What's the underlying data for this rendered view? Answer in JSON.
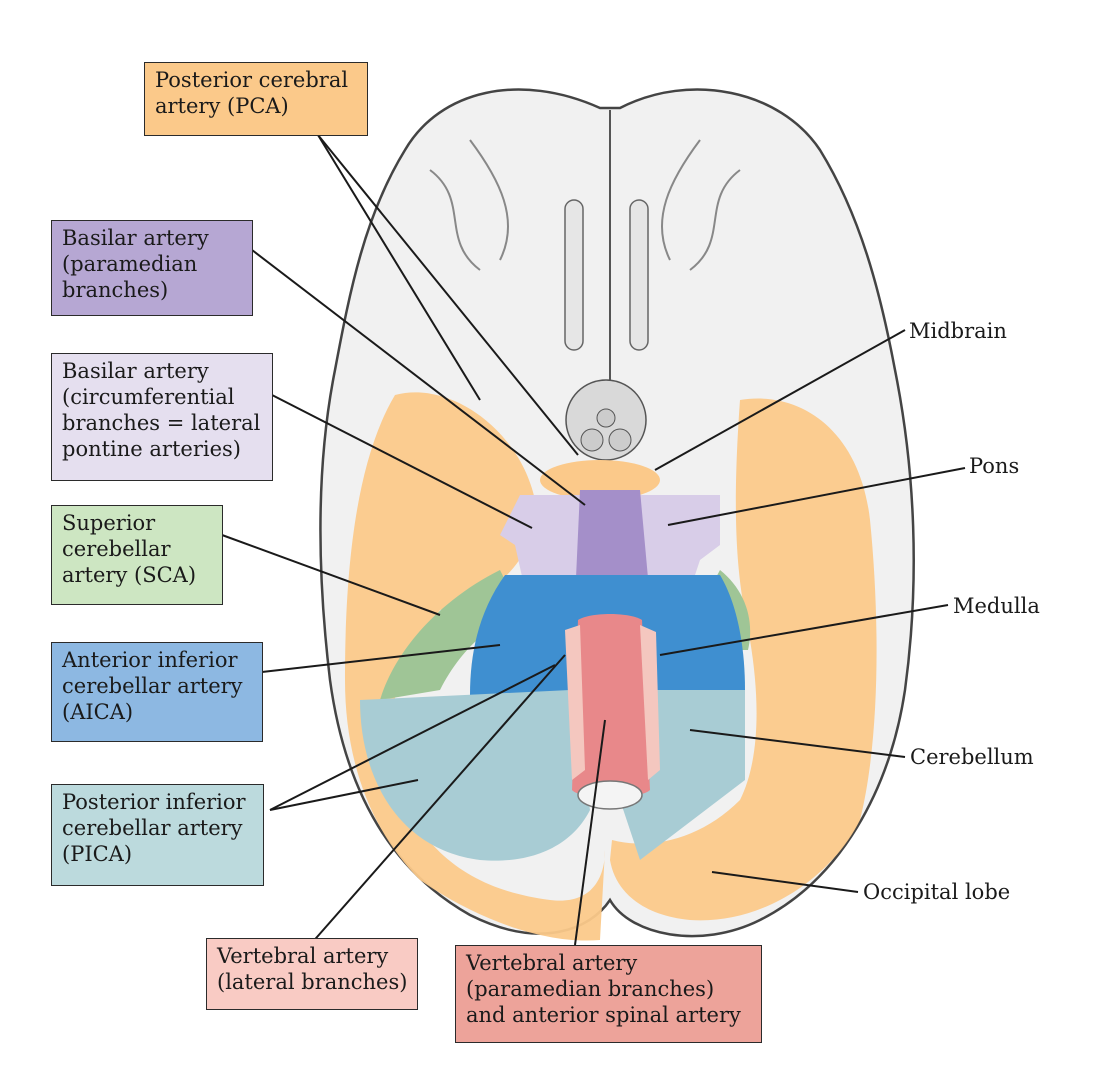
{
  "colors": {
    "pca": "#fbc98a",
    "basilar_paramedian": "#b6a7d3",
    "basilar_circumferential": "#e5dfef",
    "sca": "#cde6c2",
    "aica": "#8db8e2",
    "pica": "#bcdadd",
    "vertebral_lateral": "#f9cbc4",
    "vertebral_paramedian": "#eda39a",
    "outline": "#2b2b2b"
  },
  "labels": {
    "pca": [
      "Posterior cerebral",
      "artery (PCA)"
    ],
    "basilar_paramedian": [
      "Basilar artery",
      "(paramedian",
      "branches)"
    ],
    "basilar_circumferential": [
      "Basilar artery",
      "(circumferential",
      "branches = lateral",
      "pontine arteries)"
    ],
    "sca": [
      "Superior",
      "cerebellar",
      "artery (SCA)"
    ],
    "aica": [
      "Anterior inferior",
      "cerebellar artery",
      "(AICA)"
    ],
    "pica": [
      "Posterior inferior",
      "cerebellar artery",
      "(PICA)"
    ],
    "vertebral_lateral": [
      "Vertebral artery",
      "(lateral branches)"
    ],
    "vertebral_paramedian": [
      "Vertebral artery",
      "(paramedian branches)",
      "and anterior spinal artery"
    ],
    "midbrain": "Midbrain",
    "pons": "Pons",
    "medulla": "Medulla",
    "cerebellum": "Cerebellum",
    "occipital_lobe": "Occipital lobe"
  }
}
